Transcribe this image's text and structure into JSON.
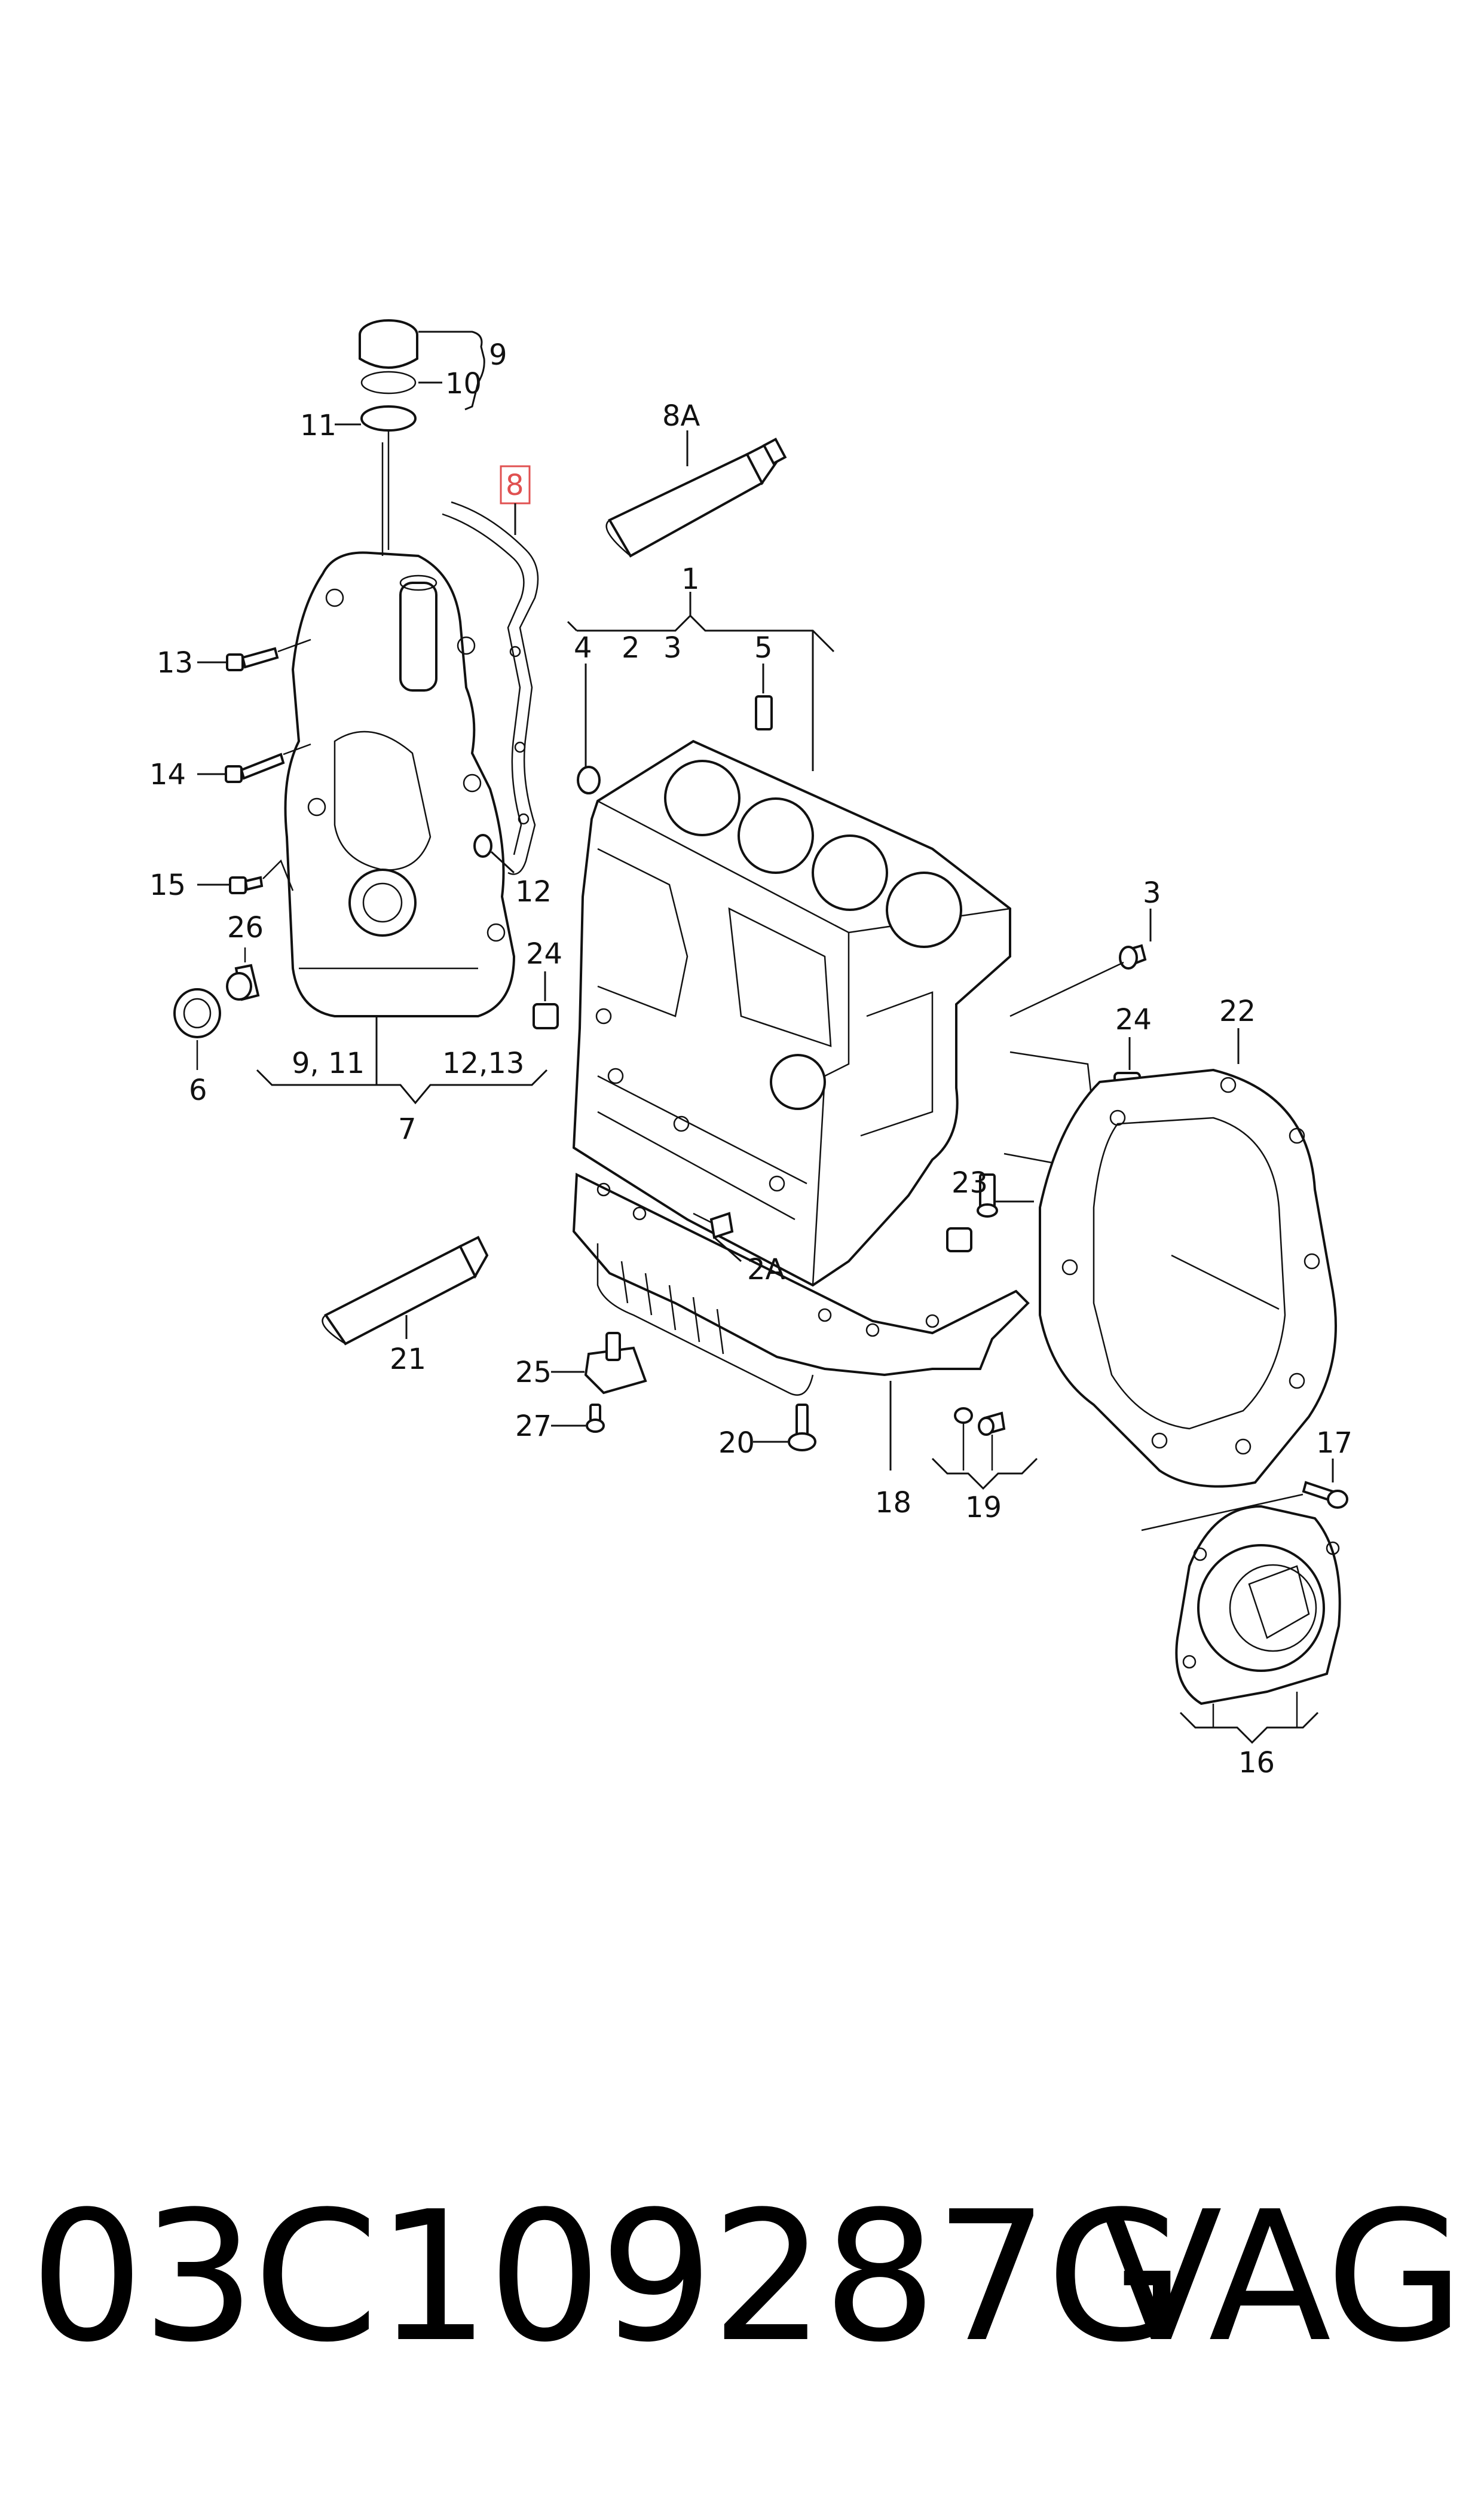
{
  "diagram": {
    "callouts": {
      "c1": "1",
      "c2": "2",
      "c2b": "2",
      "c2a": "2A",
      "c3": "3",
      "c3b": "3",
      "c4": "4",
      "c5": "5",
      "c6": "6",
      "c7": "7",
      "c8": "8",
      "c8a": "8A",
      "c9": "9",
      "c10": "10",
      "c11": "11",
      "c12": "12",
      "c13": "13",
      "c14": "14",
      "c15": "15",
      "c16": "16",
      "c17": "17",
      "c18": "18",
      "c19": "19",
      "c20": "20",
      "c21": "21",
      "c22": "22",
      "c23": "23",
      "c24": "24",
      "c24b": "24",
      "c25": "25",
      "c26": "26",
      "c27": "27",
      "c911": "9, 11",
      "c1213": "12,13"
    },
    "highlighted_callout": "8",
    "highlight_color": "#e05050"
  },
  "footer": {
    "part_number": "03C109287G",
    "brand": "VAG"
  }
}
